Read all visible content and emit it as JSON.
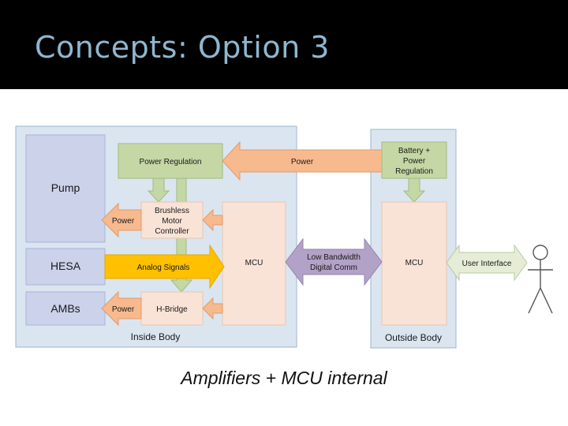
{
  "slide": {
    "title": "Concepts: Option 3",
    "caption": "Amplifiers + MCU internal"
  },
  "diagram": {
    "regions": {
      "inside": "Inside Body",
      "outside": "Outside Body"
    },
    "blocks": {
      "pump": "Pump",
      "hesa": "HESA",
      "ambs": "AMBs",
      "power_regulation": "Power Regulation",
      "brushless": [
        "Brushless",
        "Motor",
        "Controller"
      ],
      "hbridge": "H-Bridge",
      "mcu_inside": "MCU",
      "battery": [
        "Battery +",
        "Power",
        "Regulation"
      ],
      "mcu_outside": "MCU"
    },
    "arrows": {
      "power_main": "Power",
      "power_pump": "Power",
      "power_ambs": "Power",
      "analog": "Analog Signals",
      "comm": [
        "Low Bandwidth",
        "Digital Comm"
      ],
      "user_interface": "User Interface"
    },
    "colors": {
      "region_fill": "#dae5f0",
      "region_stroke": "#9db5cf",
      "block_fill": "#cbd2ea",
      "green_fill": "#c4d7a4",
      "green_stroke": "#a3bb7e",
      "peach_fill": "#f9e2d6",
      "orange_arrow": "#f7b98e",
      "yellow_arrow": "#ffc000",
      "purple_arrow": "#b3a2c7",
      "ui_arrow": "#e5edd7"
    }
  }
}
